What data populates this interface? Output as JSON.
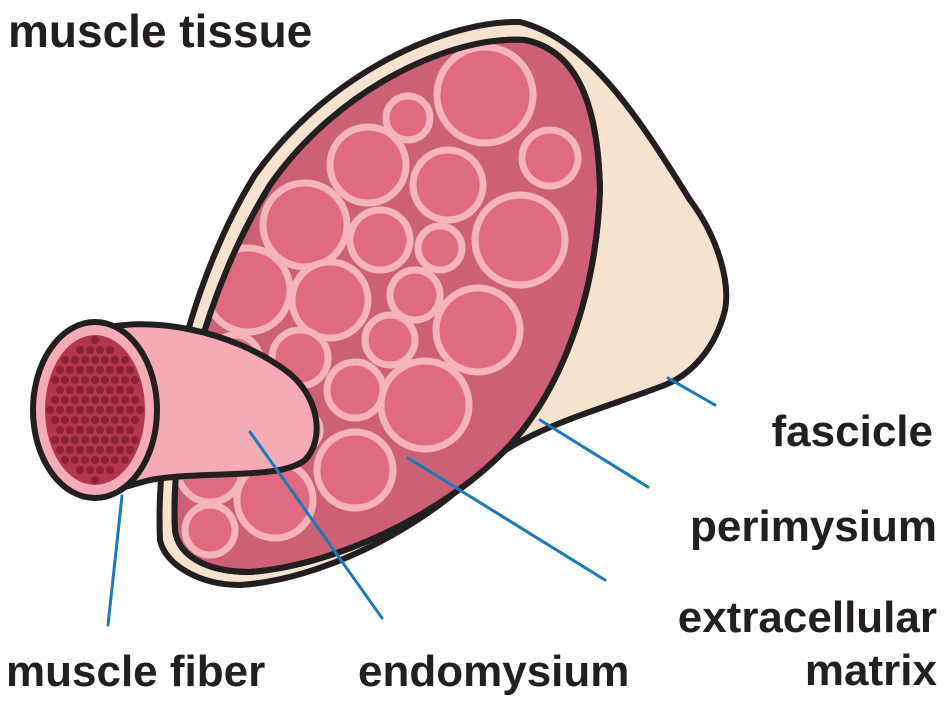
{
  "title": "muscle tissue",
  "labels": {
    "fascicle": "fascicle",
    "perimysium": "perimysium",
    "extracellular_matrix_line1": "extracellular",
    "extracellular_matrix_line2": "matrix",
    "muscle_fiber": "muscle fiber",
    "endomysium": "endomysium"
  },
  "colors": {
    "outline": "#231f20",
    "perimysium_fill": "#f5e3cf",
    "fascicle_interior": "#cc6176",
    "fiber_fill": "#e06a7e",
    "fiber_ring": "#f5b3bc",
    "muscle_fiber_body": "#f4abb6",
    "myofibril_bg": "#b23650",
    "myofibril_dot": "#8e1f38",
    "leader_line": "#1b7ab8"
  }
}
